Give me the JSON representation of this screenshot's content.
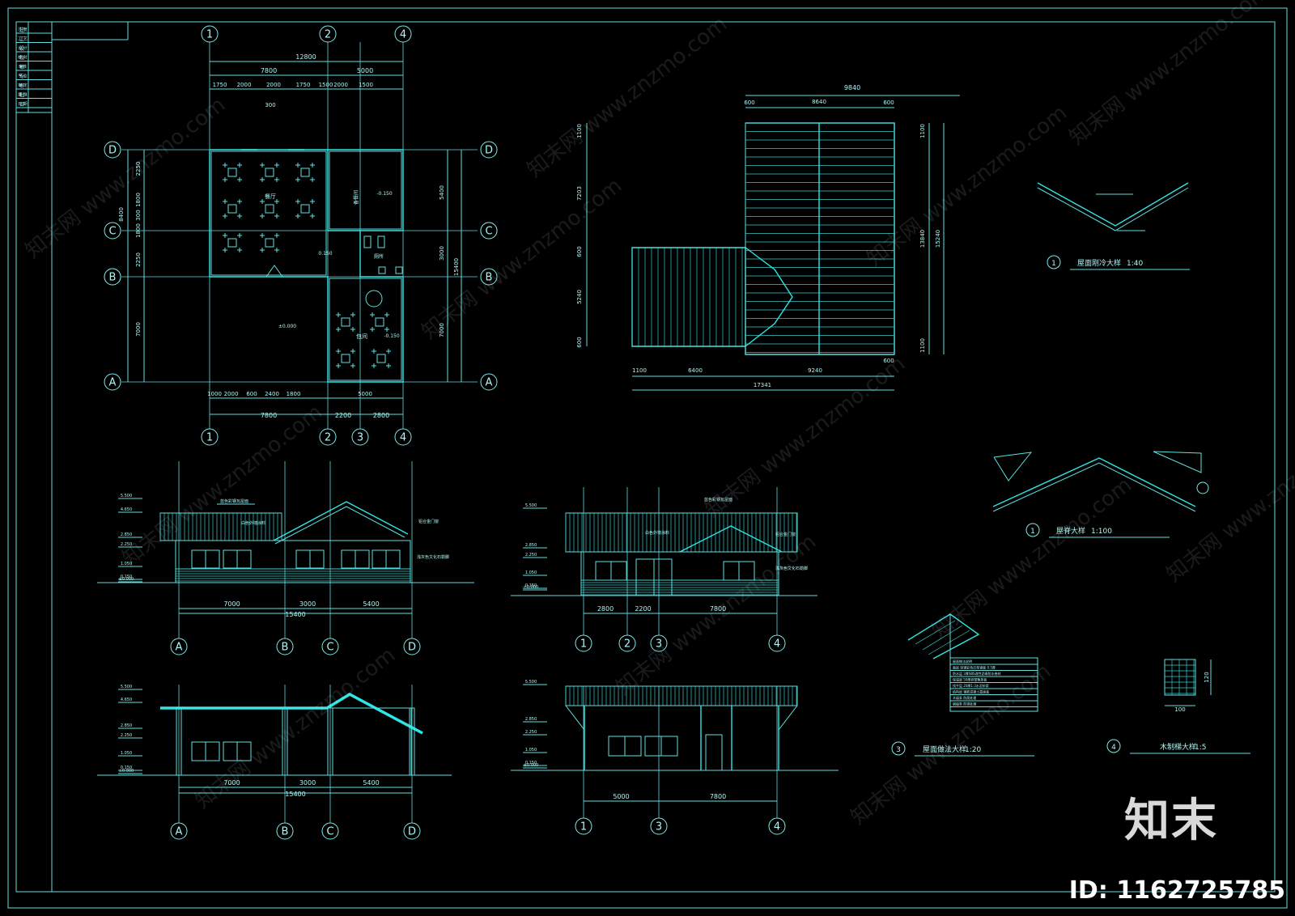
{
  "colors": {
    "background": "#000000",
    "line": "#5fe0e0",
    "bright": "#2ee6e6",
    "text": "#aef6f6"
  },
  "title_block": [
    "注 册",
    "工 艺",
    "设 计",
    "校 对",
    "审核",
    "专 业",
    "审 定",
    "批 准",
    "日 期"
  ],
  "plan": {
    "axes_top": [
      "1",
      "2",
      "4"
    ],
    "axes_bottom": [
      "1",
      "2",
      "3",
      "4"
    ],
    "axes_side": [
      "D",
      "C",
      "B",
      "A"
    ],
    "dims_top_total": "12800",
    "dims_top_mid": [
      "7800",
      "5000"
    ],
    "dims_top_detail": [
      "1750",
      "2000",
      "2000",
      "1750",
      "1500",
      "2000",
      "1500"
    ],
    "dim_top_small": "300",
    "dims_left": [
      "2250",
      "1800",
      "300",
      "1800",
      "2250",
      "7000"
    ],
    "dims_left_total": "8400",
    "dims_right": [
      "5400",
      "3000",
      "7000"
    ],
    "dims_right_total": "15400",
    "dims_bottom_detail": [
      "1000",
      "2000",
      "600",
      "2400",
      "1800",
      "5000"
    ],
    "dims_bottom_mid": [
      "7800",
      "2200",
      "2800"
    ],
    "room_labels": [
      "餐厅",
      "备餐间",
      "厕所",
      "包间"
    ],
    "levels": [
      "±0.000",
      "-0.150",
      "0.150",
      "-0.150"
    ]
  },
  "roof_plan": {
    "dims_top": [
      "9840",
      "600",
      "8640",
      "600"
    ],
    "dims_left": [
      "1100",
      "7203",
      "600",
      "5240",
      "600"
    ],
    "dims_right": [
      "1100",
      "13840",
      "15240",
      "1100"
    ],
    "dims_bottom": [
      "1100",
      "6400",
      "9240",
      "600"
    ],
    "dim_bottom_total": "17341"
  },
  "details": [
    {
      "num": "1",
      "label": "屋面刚冷大样",
      "scale": "1:40"
    },
    {
      "num": "1",
      "label": "屋脊大样",
      "scale": "1:100"
    },
    {
      "num": "3",
      "label": "屋面做法大样",
      "scale": "1:20"
    },
    {
      "num": "4",
      "label": "木制梯大样",
      "scale": "1:5"
    }
  ],
  "detail4_dims": [
    "120",
    "100"
  ],
  "spec_notes": [
    "屋面做法说明",
    "面层 轻钢彩色压型钢板 0.5厚",
    "防水层 3厚SBS改性沥青防水卷材",
    "保温层 50厚挤塑聚苯板",
    "找平层 20厚1:3水泥砂浆",
    "结构层 钢筋混凝土屋面板",
    "木檩条 防腐处理",
    "钢檩条 防锈处理"
  ],
  "elev1": {
    "axes": [
      "A",
      "B",
      "C",
      "D"
    ],
    "levels": [
      "5.500",
      "4.650",
      "2.850",
      "2.250",
      "1.050",
      "0.150",
      "±0.000"
    ],
    "dims": [
      "7000",
      "3000",
      "5400"
    ],
    "total": "15400",
    "notes": [
      "蓝色彩钢瓦屋面",
      "白色外墙涂料",
      "铝合金门窗",
      "浅灰色文化石勒脚"
    ]
  },
  "elev2": {
    "axes": [
      "1",
      "2",
      "3",
      "4"
    ],
    "levels": [
      "5.500",
      "2.850",
      "2.250",
      "1.050",
      "0.150",
      "±0.000"
    ],
    "dims": [
      "2800",
      "2200",
      "7800"
    ],
    "notes": [
      "蓝色彩钢瓦屋面",
      "白色外墙涂料",
      "铝合金门窗",
      "浅灰色文化石勒脚"
    ]
  },
  "sect1": {
    "axes": [
      "A",
      "B",
      "C",
      "D"
    ],
    "levels": [
      "5.500",
      "4.650",
      "2.850",
      "2.250",
      "1.050",
      "0.150",
      "±0.000"
    ],
    "dims": [
      "7000",
      "3000",
      "5400"
    ],
    "total": "15400"
  },
  "sect2": {
    "axes": [
      "1",
      "3",
      "4"
    ],
    "levels": [
      "5.500",
      "2.850",
      "2.250",
      "1.050",
      "0.150",
      "±0.000"
    ],
    "dims": [
      "5000",
      "7800"
    ]
  },
  "watermark": "知末网 www.znzmo.com",
  "brand": {
    "logo": "知末",
    "id": "ID: 1162725785"
  }
}
